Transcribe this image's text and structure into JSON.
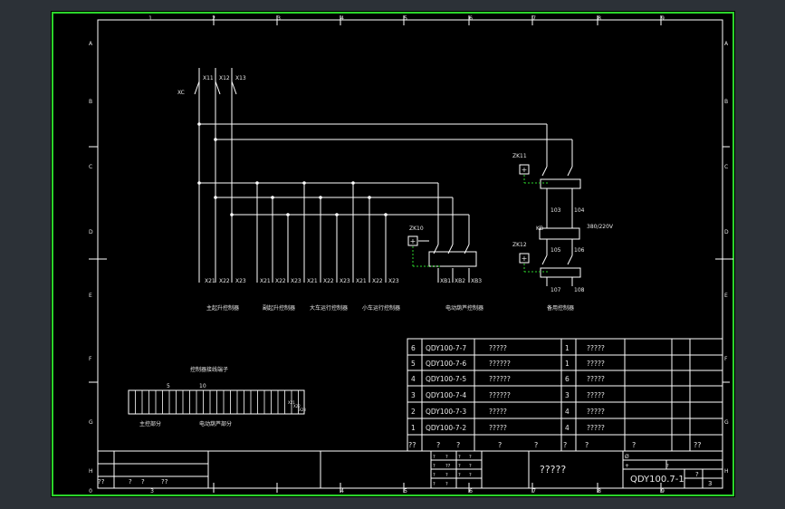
{
  "sheet": {
    "border_color": "#2bd42b",
    "line_color": "#ffffff",
    "col_labels_top": [
      "1",
      "2",
      "3",
      "4",
      "5",
      "6",
      "7",
      "8",
      "9"
    ],
    "col_labels_bottom": [
      "0",
      "3",
      "4",
      "5",
      "6",
      "7",
      "8",
      "9"
    ],
    "row_labels_left": [
      "A",
      "B",
      "C",
      "D",
      "E",
      "F",
      "G",
      "H"
    ],
    "row_labels_right": [
      "A",
      "B",
      "C",
      "D",
      "E",
      "F",
      "G",
      "H"
    ]
  },
  "diagram": {
    "xc_label": "XC",
    "top_terminals": [
      "X11",
      "X12",
      "X13"
    ],
    "bottom_terminals": [
      "X21",
      "X22",
      "X23",
      "X21",
      "X22",
      "X23",
      "X21",
      "X22",
      "X23",
      "X21",
      "X22",
      "X23"
    ],
    "xb_terminals": [
      "XB1",
      "XB2",
      "XB3"
    ],
    "group_labels": [
      "主起升控制器",
      "副起升控制器",
      "大车运行控制器",
      "小车运行控制器",
      "电动葫芦控制器",
      "备用控制器"
    ],
    "breakers": [
      "ZK10",
      "ZK11",
      "ZK12"
    ],
    "kb_label": "KB",
    "voltage": "380/220V",
    "node_numbers": [
      "103",
      "104",
      "105",
      "106",
      "107",
      "108"
    ],
    "terminal_block_title": "控制器接线端子",
    "tb_numbers": [
      "5",
      "10"
    ],
    "tb_left_label": "主控部分",
    "tb_right_label": "电动葫芦部分",
    "tb_end_labels": [
      "X21",
      "X22",
      "X23"
    ]
  },
  "parts_list": {
    "rows": [
      {
        "seq": "6",
        "code": "QDY100-7-7",
        "name": "?????",
        "qty": "1",
        "note": "?????"
      },
      {
        "seq": "5",
        "code": "QDY100-7-6",
        "name": "??????",
        "qty": "1",
        "note": "?????"
      },
      {
        "seq": "4",
        "code": "QDY100-7-5",
        "name": "??????",
        "qty": "6",
        "note": "?????"
      },
      {
        "seq": "3",
        "code": "QDY100-7-4",
        "name": "??????",
        "qty": "3",
        "note": "?????"
      },
      {
        "seq": "2",
        "code": "QDY100-7-3",
        "name": "?????",
        "qty": "4",
        "note": "?????"
      },
      {
        "seq": "1",
        "code": "QDY100-7-2",
        "name": "?????",
        "qty": "4",
        "note": "?????"
      }
    ],
    "header": [
      "??",
      "?",
      "?",
      "?",
      "?",
      "?",
      "?",
      "?",
      "??"
    ]
  },
  "title_block": {
    "left_bottom": [
      "??",
      "?",
      "?",
      "??"
    ],
    "title": "?????",
    "drawing_no": "QDY100.7-1",
    "small_marks": [
      "?",
      "?",
      "?",
      "??",
      "?",
      "?",
      "?",
      "?",
      "?",
      "?",
      "?",
      "?",
      "?",
      "?",
      "?"
    ],
    "stage_marks": [
      "Ø",
      "+"
    ],
    "sheet_info": [
      "?",
      "3"
    ]
  }
}
